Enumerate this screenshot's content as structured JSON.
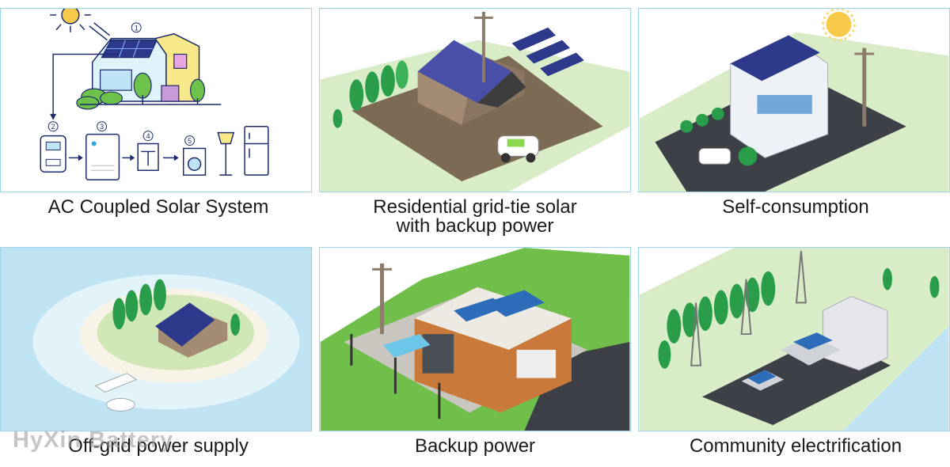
{
  "tiles": [
    {
      "caption_lines": [
        "AC Coupled Solar System"
      ]
    },
    {
      "caption_lines": [
        "Residential grid-tie solar",
        "with backup power"
      ]
    },
    {
      "caption_lines": [
        "Self-consumption"
      ]
    },
    {
      "caption_lines": [
        "Off-grid power supply"
      ]
    },
    {
      "caption_lines": [
        "Backup power"
      ]
    },
    {
      "caption_lines": [
        "Community electrification"
      ]
    }
  ],
  "diagram_steps": [
    "1",
    "2",
    "3",
    "4",
    "5"
  ],
  "watermark": "HyXin Battery",
  "colors": {
    "tile_border": "#9ed3e8",
    "ground_green": "#cde6b8",
    "sea_blue": "#bfe3f3",
    "solar_panel": "#2d3a8c",
    "tree_green": "#2a9d4a"
  }
}
